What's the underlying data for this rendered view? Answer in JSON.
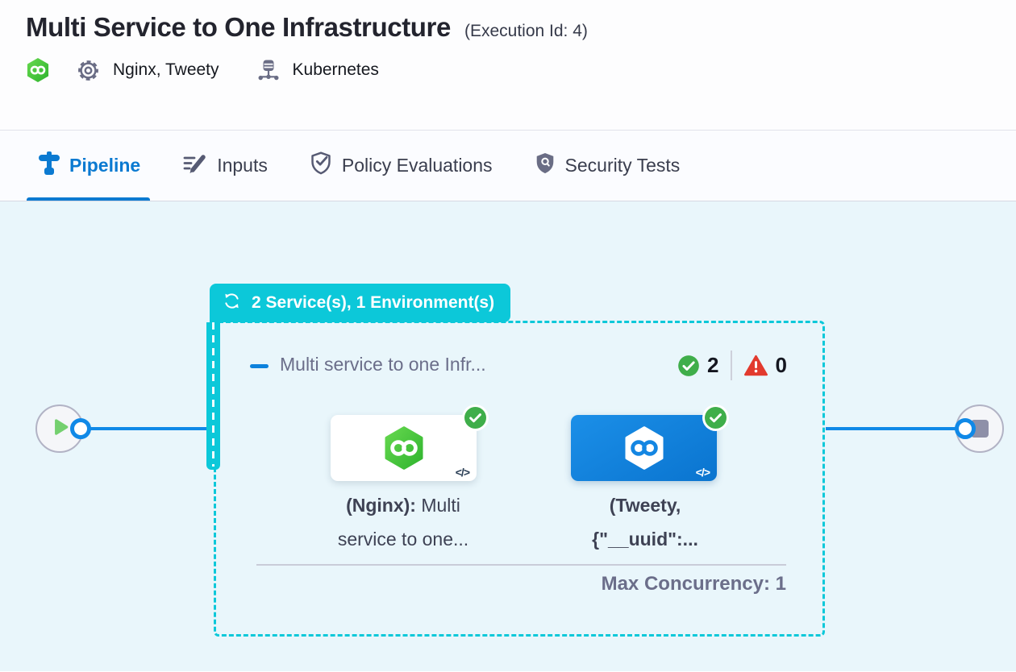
{
  "header": {
    "title": "Multi Service to One Infrastructure",
    "execution_id": "(Execution Id: 4)",
    "services": "Nginx, Tweety",
    "infrastructure": "Kubernetes"
  },
  "tabs": {
    "pipeline": "Pipeline",
    "inputs": "Inputs",
    "policy": "Policy Evaluations",
    "security": "Security Tests"
  },
  "canvas": {
    "group_badge": "2 Service(s), 1 Environment(s)",
    "stage_title": "Multi service to one Infr...",
    "success_count": "2",
    "error_count": "0",
    "node_nginx": {
      "line1_bold": "(Nginx):",
      "line1_rest": " Multi",
      "line2": "service to one..."
    },
    "node_tweety": {
      "line1": "(Tweety,",
      "line2": "{\"__uuid\":..."
    },
    "max_concurrency": "Max Concurrency: 1",
    "code_glyph": "</>"
  },
  "colors": {
    "teal": "#0cc8d9",
    "tab_blue": "#0b7ad1",
    "connector_blue": "#1089e7",
    "card_blue": "#0d83dc",
    "success_green": "#3fae4a",
    "error_red": "#e23a2e",
    "canvas_bg": "#e9f6fb"
  }
}
